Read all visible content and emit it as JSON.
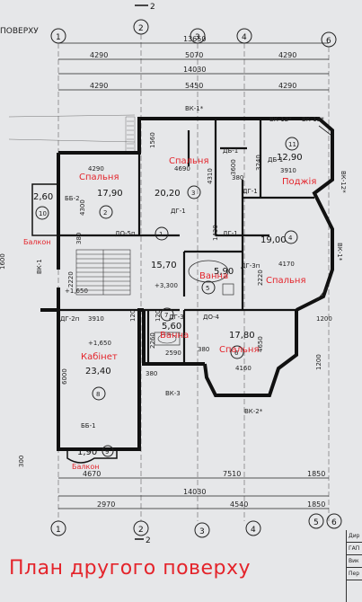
{
  "header": {
    "note": "ПОВЕРХУ",
    "section_mark": "2"
  },
  "footer": {
    "title": "План другого поверху",
    "section_mark": "2"
  },
  "axes": {
    "top": [
      "1",
      "2",
      "3",
      "4",
      "6"
    ],
    "bottom": [
      "1",
      "2",
      "3",
      "4",
      "5",
      "6"
    ],
    "left": [
      "10"
    ]
  },
  "dimensions": {
    "top_rows": [
      "13650",
      "4290",
      "5070",
      "4290",
      "14030",
      "4290",
      "5450",
      "4290"
    ],
    "bottom_rows": [
      "4670",
      "7510",
      "1850",
      "14030",
      "2970",
      "4540",
      "1850"
    ],
    "inner": [
      "4290",
      "3910",
      "4690",
      "4310",
      "1560",
      "3240",
      "3600",
      "4170",
      "4160",
      "4650",
      "3910",
      "2590",
      "2220",
      "6000",
      "4300",
      "1200",
      "1200",
      "300",
      "1430",
      "380",
      "380",
      "380",
      "380",
      "120",
      "120",
      "2260",
      "2220"
    ],
    "side": [
      "1600"
    ]
  },
  "rooms": [
    {
      "num": "1",
      "area": "15,70",
      "label": ""
    },
    {
      "num": "2",
      "area": "17,90",
      "label": "Спальня"
    },
    {
      "num": "3",
      "area": "20,20",
      "label": "Спальня"
    },
    {
      "num": "4",
      "area": "19,00",
      "label": "Спальня"
    },
    {
      "num": "5",
      "area": "5,90",
      "label": "Ванна"
    },
    {
      "num": "6",
      "area": "17,80",
      "label": "Спальня"
    },
    {
      "num": "7",
      "area": "5,60",
      "label": "Ванна"
    },
    {
      "num": "8",
      "area": "23,40",
      "label": "Кабінет"
    },
    {
      "num": "9",
      "area": "1,90",
      "label": "Балкон"
    },
    {
      "num": "10",
      "area": "2,60",
      "label": "Балкон"
    },
    {
      "num": "11",
      "area": "12,90",
      "label": "Поджія"
    }
  ],
  "marks": [
    "ВК-1*",
    "ВК-12*",
    "ВК-12*",
    "ВК-12*",
    "ВК-1",
    "ВК-1*",
    "ВК-2*",
    "ВК-3",
    "ДБ-1",
    "ДБ-1",
    "ДГ-1",
    "ДГ-1",
    "ДГ-1",
    "ДГ-3п",
    "ДГ-3",
    "ДГ-2п",
    "ДО-4",
    "ДО-5п",
    "ББ-2",
    "ББ-1"
  ],
  "levels": [
    "+3,300",
    "+1,650",
    "+1,650"
  ],
  "title_block": [
    "Дир",
    "ГАП",
    "Вик",
    "Пер"
  ],
  "colors": {
    "annotation_red": "#e4242b",
    "ink": "#222222",
    "paper": "#e6e7e9"
  }
}
